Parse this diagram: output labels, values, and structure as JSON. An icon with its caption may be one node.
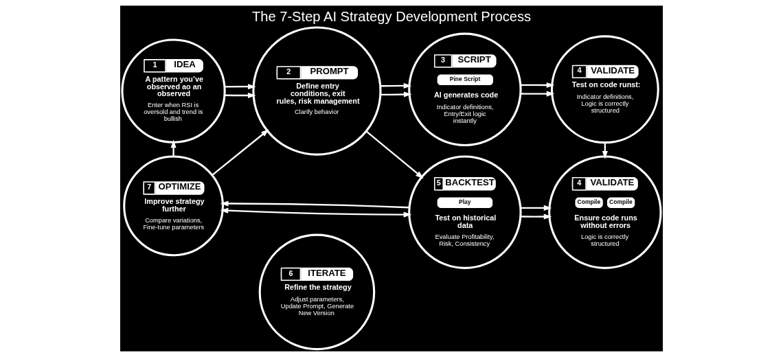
{
  "diagram": {
    "title": "The 7-Step AI Strategy Development Process",
    "nodes": [
      {
        "text": [
          "1",
          "IDEA",
          "A pattern you’ve observed ao an observed",
          "Enter when RSI is oversold and trend is bullish"
        ]
      },
      {
        "text": [
          "2",
          "PROMPT",
          "Define entry conditions, exit rules, risk management",
          "Clarify behavior"
        ]
      },
      {
        "text": [
          "3",
          "SCRIPT",
          "Pine Script",
          "AI generates code",
          "Indicator definitions, Entry/Exit logic instantly"
        ]
      },
      {
        "text": [
          "4",
          "VALIDATE",
          "Test on code runst:",
          "Indicator definitions, Logic is correctly structured"
        ]
      },
      {
        "text": [
          "7",
          "OPTIMIZE",
          "Improve strategy further",
          "Compare variations, Fine-tune parameters"
        ]
      },
      {
        "text": [
          "6",
          "ITERATE",
          "Refine the strategy",
          "Adjust parameters, Update Prompt, Generate New Version"
        ]
      },
      {
        "text": [
          "5",
          "BACKTEST",
          "Play",
          "Test on historical data",
          "Evaluate Profitability, Risk, Consistency"
        ]
      },
      {
        "text": [
          "4",
          "VALIDATE",
          "Compile",
          "Compile",
          "Ensure code runs without errors",
          "Logic is correctly structured"
        ]
      }
    ],
    "edges": [
      {
        "from": 0,
        "to": 1,
        "arrow": "to"
      },
      {
        "from": 0,
        "to": 1,
        "arrow": "to"
      },
      {
        "from": 1,
        "to": 2,
        "arrow": "to"
      },
      {
        "from": 1,
        "to": 2,
        "arrow": "to"
      },
      {
        "from": 2,
        "to": 3,
        "arrow": "to"
      },
      {
        "from": 2,
        "to": 3,
        "arrow": "to"
      },
      {
        "from": 3,
        "to": 7,
        "arrow": "to"
      },
      {
        "from": 1,
        "to": 6,
        "arrow": "to"
      },
      {
        "from": 6,
        "to": 4,
        "arrow": "to"
      },
      {
        "from": 4,
        "to": 6,
        "arrow": "both"
      },
      {
        "from": 6,
        "to": 7,
        "arrow": "to"
      },
      {
        "from": 6,
        "to": 7,
        "arrow": "to"
      },
      {
        "from": 4,
        "to": 0,
        "arrow": "to"
      },
      {
        "from": 4,
        "to": 1,
        "arrow": "to"
      }
    ]
  }
}
